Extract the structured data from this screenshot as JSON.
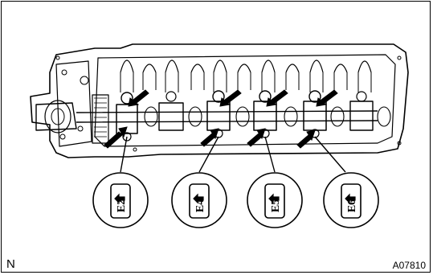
{
  "caps": [
    {
      "label": "E2"
    },
    {
      "label": "E4"
    },
    {
      "label": "E5"
    },
    {
      "label": "E6"
    }
  ],
  "corner_left": "N",
  "figure_id": "A07810",
  "colors": {
    "line": "#000000",
    "background": "#ffffff"
  }
}
